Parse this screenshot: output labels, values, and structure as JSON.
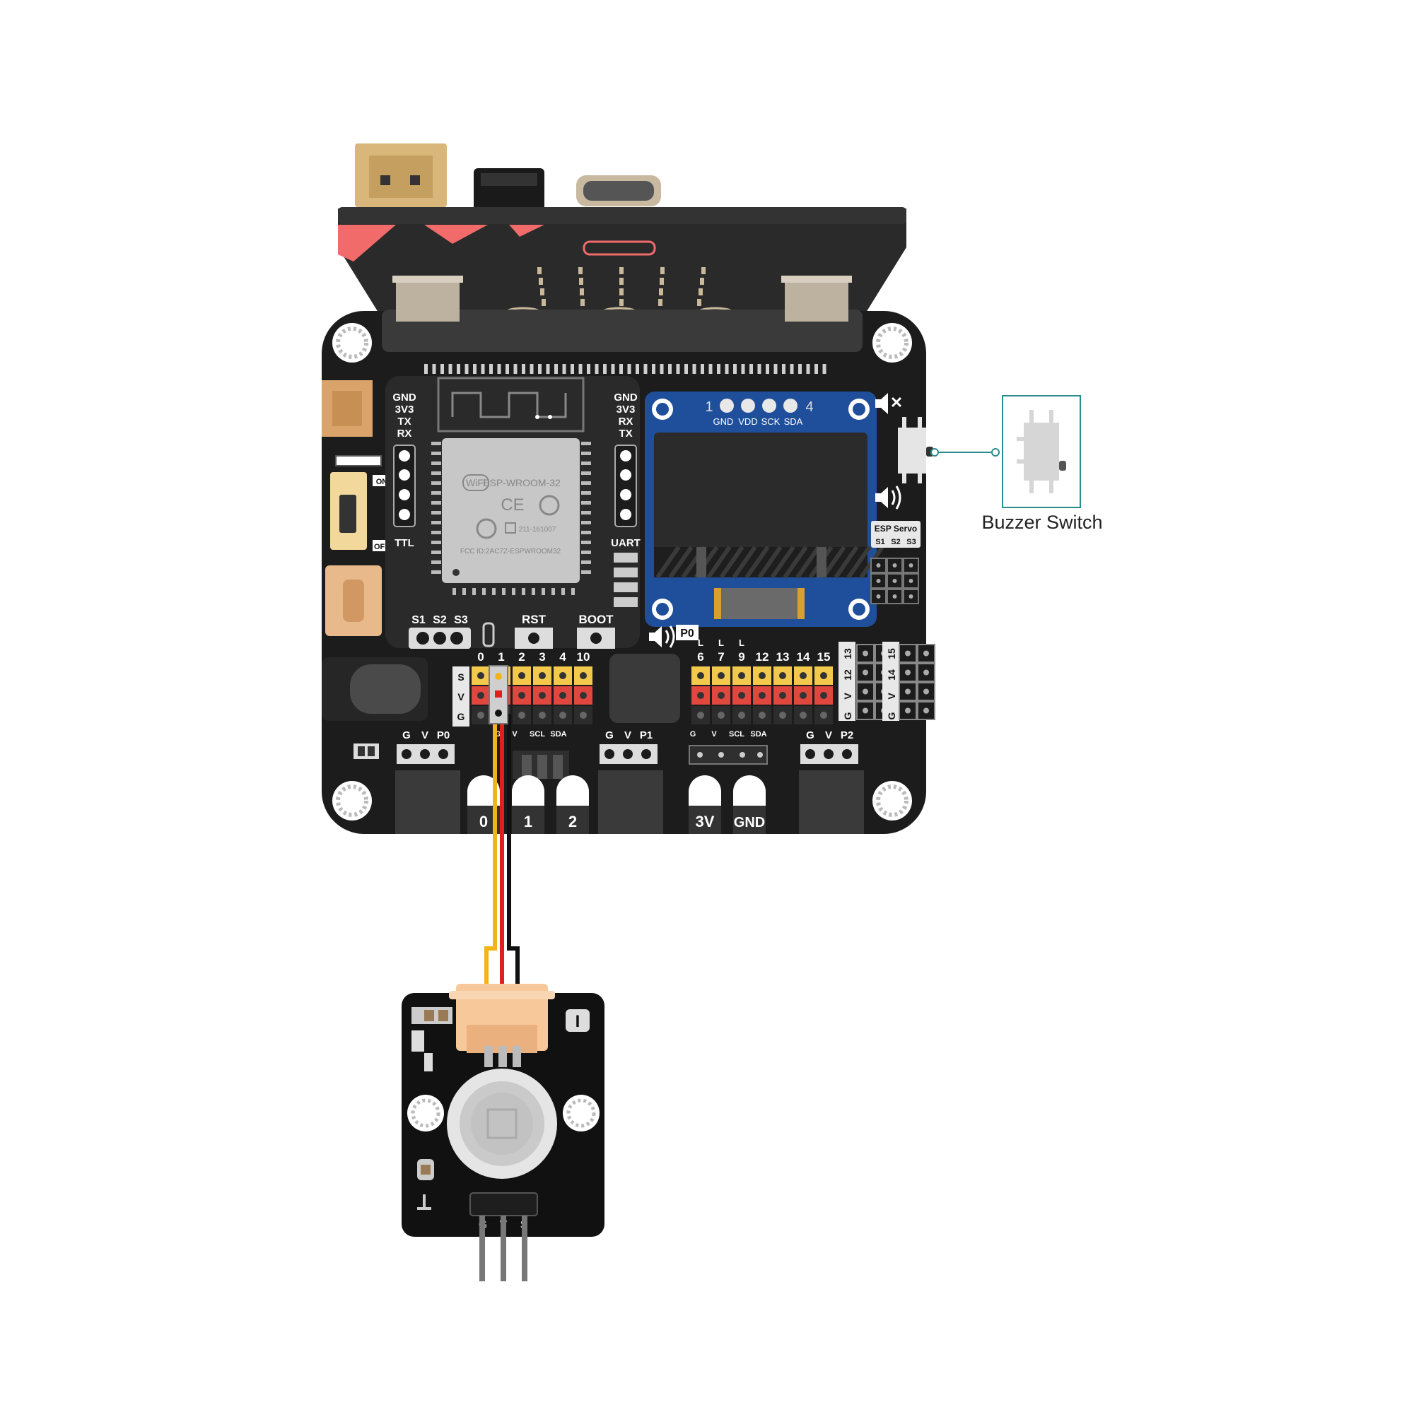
{
  "board": {
    "ttl_left_pins": [
      "GND",
      "3V3",
      "TX",
      "RX"
    ],
    "ttl_label": "TTL",
    "uart_right_pins": [
      "GND",
      "3V3",
      "RX",
      "TX"
    ],
    "uart_label": "UART",
    "on_label": "ON",
    "off_label": "OFF",
    "module_brand": "WiFi",
    "module_name": "ESP-WROOM-32",
    "module_ce": "CE",
    "module_code": "211-161007",
    "module_fcc": "FCC ID:2AC7Z-ESPWROOM32",
    "servo_left": [
      "S1",
      "S2",
      "S3"
    ],
    "rst_label": "RST",
    "boot_label": "BOOT",
    "oled_num_left": "1",
    "oled_num_right": "4",
    "oled_pins": [
      "GND",
      "VDD",
      "SCK",
      "SDA"
    ],
    "esp_servo_title": "ESP Servo",
    "esp_servo_pins": [
      "S1",
      "S2",
      "S3"
    ],
    "p0_speaker_label": "P0",
    "pins_left": [
      "0",
      "1",
      "2",
      "3",
      "4",
      "10"
    ],
    "pins_right": [
      "6",
      "7",
      "9",
      "12",
      "13",
      "14",
      "15"
    ],
    "pins_right_marks": [
      "L",
      "L",
      "L"
    ],
    "row_labels": [
      "S",
      "V",
      "G"
    ],
    "side_header_a": [
      "13",
      "12",
      "V",
      "G"
    ],
    "side_header_b": [
      "15",
      "14",
      "V",
      "G"
    ],
    "bottom_headers": [
      {
        "g": "G",
        "v": "V",
        "p": "P0"
      },
      {
        "g": "G",
        "v": "V",
        "p": "P1"
      },
      {
        "g": "G",
        "v": "V",
        "p": "P2"
      }
    ],
    "i2c_left": [
      "G",
      "V",
      "SCL",
      "SDA"
    ],
    "i2c_right": [
      "G",
      "V",
      "SCL",
      "SDA"
    ],
    "edge_pads": [
      "0",
      "1",
      "2",
      "3V",
      "GND"
    ]
  },
  "sensor": {
    "badge": "I",
    "pins": [
      "G",
      "V",
      "S"
    ]
  },
  "annotation": {
    "label": "Buzzer Switch"
  },
  "colors": {
    "board": "#1c1c1c",
    "microbit_accent": "#f26b6b",
    "module": "#c7c7c7",
    "oled_frame": "#1f4f9a",
    "oled_screen": "#2b2b2b",
    "signal_header": "#f2c94c",
    "power_header": "#e0473f",
    "ground_header": "#2c2c2c",
    "wire_signal": "#f2b418",
    "wire_power": "#e02020",
    "wire_ground": "#111111",
    "annotation_line": "#2a8c8c",
    "connector": "#f7c89a"
  }
}
